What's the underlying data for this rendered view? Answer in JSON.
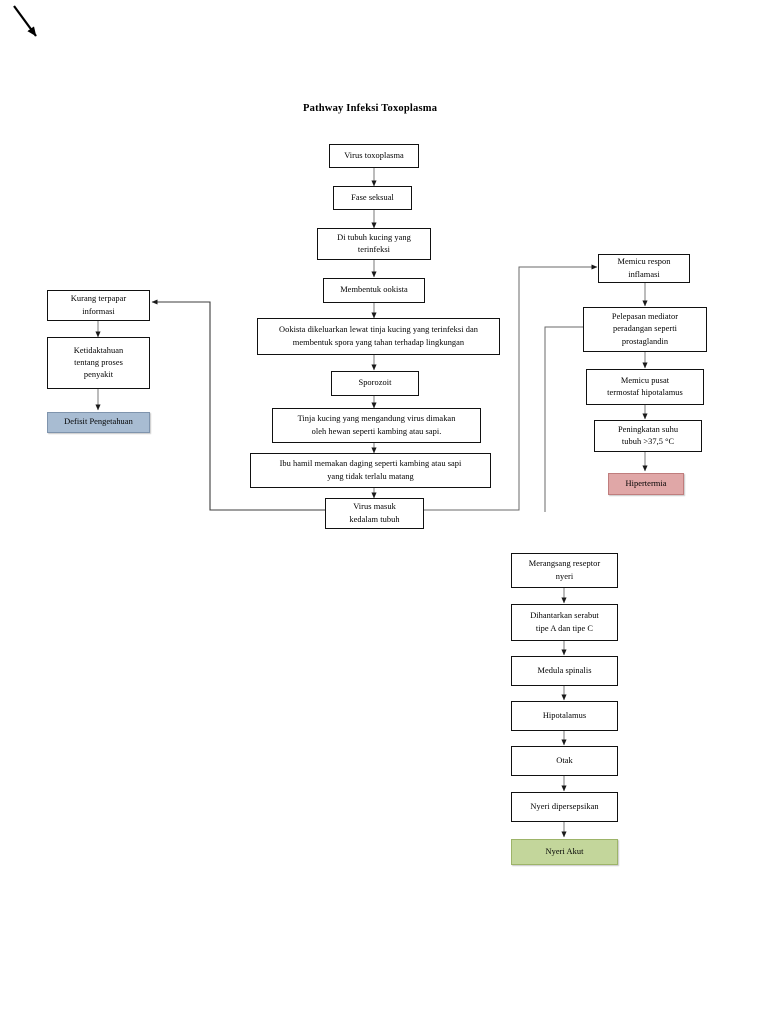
{
  "diagram": {
    "title": "Pathway Infeksi Toxoplasma",
    "type": "flowchart",
    "language": "id",
    "colors": {
      "node_border": "#111111",
      "node_fill": "#ffffff",
      "edge": "#4d4d4d",
      "deficit_fill": "#a8bcd2",
      "hyperthermia_fill": "#e0a7a7",
      "pain_fill": "#c3d69b"
    },
    "nodes": [
      {
        "id": "n1",
        "label": "Virus toxoplasma"
      },
      {
        "id": "n2",
        "label": "Fase seksual"
      },
      {
        "id": "n3",
        "label": "Di tubuh kucing yang\nterinfeksi"
      },
      {
        "id": "n4",
        "label": "Membentuk ookista"
      },
      {
        "id": "n5",
        "label": "Ookista dikeluarkan lewat tinja kucing yang terinfeksi dan\nmembentuk spora yang tahan terhadap lingkungan"
      },
      {
        "id": "n6",
        "label": "Sporozoit"
      },
      {
        "id": "n7",
        "label": "Tinja kucing yang mengandung virus dimakan\noleh hewan seperti kambing atau sapi."
      },
      {
        "id": "n8",
        "label": "Ibu hamil memakan daging seperti kambing atau sapi\nyang tidak terlalu matang"
      },
      {
        "id": "n9",
        "label": "Virus masuk\nkedalam tubuh"
      },
      {
        "id": "l1",
        "label": "Kurang terpapar\ninformasi"
      },
      {
        "id": "l2",
        "label": "Ketidaktahuan\ntentang proses\npenyakit"
      },
      {
        "id": "l3",
        "label": "Defisit Pengetahuan"
      },
      {
        "id": "r1",
        "label": "Memicu respon\ninflamasi"
      },
      {
        "id": "r2",
        "label": "Pelepasan mediator\nperadangan seperti\nprostaglandin"
      },
      {
        "id": "r3",
        "label": "Memicu pusat\ntermostaf hipotalamus"
      },
      {
        "id": "r4",
        "label": "Peningkatan suhu\ntubuh >37,5 °C"
      },
      {
        "id": "r5",
        "label": "Hipertermia"
      },
      {
        "id": "p1",
        "label": "Merangsang reseptor\nnyeri"
      },
      {
        "id": "p2",
        "label": "Dihantarkan serabut\ntipe A dan tipe  C"
      },
      {
        "id": "p3",
        "label": "Medula spinalis"
      },
      {
        "id": "p4",
        "label": "Hipotalamus"
      },
      {
        "id": "p5",
        "label": "Otak"
      },
      {
        "id": "p6",
        "label": "Nyeri dipersepsikan"
      },
      {
        "id": "p7",
        "label": "Nyeri Akut"
      }
    ],
    "edges": [
      {
        "from": "n1",
        "to": "n2"
      },
      {
        "from": "n2",
        "to": "n3"
      },
      {
        "from": "n3",
        "to": "n4"
      },
      {
        "from": "n4",
        "to": "n5"
      },
      {
        "from": "n5",
        "to": "n6"
      },
      {
        "from": "n6",
        "to": "n7"
      },
      {
        "from": "n7",
        "to": "n8"
      },
      {
        "from": "n8",
        "to": "n9"
      },
      {
        "from": "n9",
        "to": "l1",
        "routing": "left-up"
      },
      {
        "from": "n9",
        "to": "r1",
        "routing": "right-up"
      },
      {
        "from": "l1",
        "to": "l2"
      },
      {
        "from": "l2",
        "to": "l3"
      },
      {
        "from": "r1",
        "to": "r2"
      },
      {
        "from": "r2",
        "to": "r3"
      },
      {
        "from": "r3",
        "to": "r4"
      },
      {
        "from": "r4",
        "to": "r5"
      },
      {
        "from": "p1",
        "to": "p2"
      },
      {
        "from": "p2",
        "to": "p3"
      },
      {
        "from": "p3",
        "to": "p4"
      },
      {
        "from": "p4",
        "to": "p5"
      },
      {
        "from": "p5",
        "to": "p6"
      },
      {
        "from": "p6",
        "to": "p7"
      }
    ]
  }
}
